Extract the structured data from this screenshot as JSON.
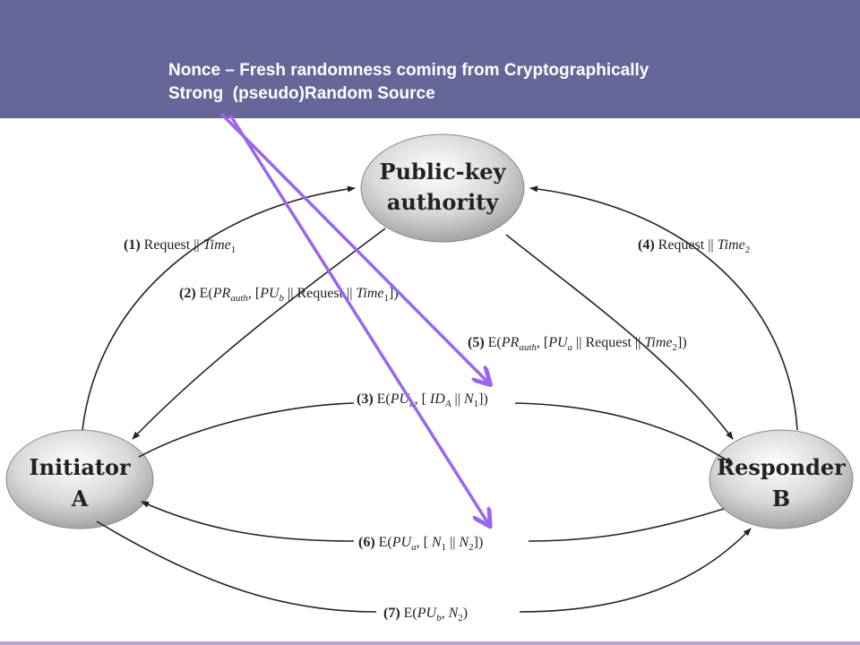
{
  "banner": {
    "line1": "Nonce – Fresh randomness coming from Cryptographically",
    "line2": "Strong  (pseudo)Random Source"
  },
  "nodes": {
    "authority": {
      "line1": "Public-key",
      "line2": "authority"
    },
    "initiator": {
      "line1": "Initiator",
      "line2": "A"
    },
    "responder": {
      "line1": "Responder",
      "line2": "B"
    }
  },
  "messages": {
    "m1": {
      "step": "(1)",
      "pre": "Request || ",
      "var": "Time",
      "sub": "1"
    },
    "m2": {
      "step": "(2)",
      "a": "E(",
      "b": "PR",
      "c": "auth",
      "d": ", [",
      "e": "PU",
      "f": "b",
      "g": " || Request || ",
      "h": "Time",
      "i": "1",
      "j": "])"
    },
    "m3": {
      "step": "(3)",
      "a": "E(",
      "b": "PU",
      "c": "b",
      "d": ", [ ",
      "e": "ID",
      "f": "A",
      "g": " || ",
      "h": "N",
      "i": "1",
      "j": "])"
    },
    "m4": {
      "step": "(4)",
      "pre": "Request || ",
      "var": "Time",
      "sub": "2"
    },
    "m5": {
      "step": "(5)",
      "a": "E(",
      "b": "PR",
      "c": "auth",
      "d": ", [",
      "e": "PU",
      "f": "a",
      "g": " || Request || ",
      "h": "Time",
      "i": "2",
      "j": "])"
    },
    "m6": {
      "step": "(6)",
      "a": "E(",
      "b": "PU",
      "c": "a",
      "d": ", [ ",
      "e": "N",
      "f": "1",
      "g": " || ",
      "h": "N",
      "i": "2",
      "j": "])"
    },
    "m7": {
      "step": "(7)",
      "a": "E(",
      "b": "PU",
      "c": "b",
      "d": ", ",
      "e": "N",
      "f": "2",
      "g": ")"
    }
  },
  "colors": {
    "header": "#666699",
    "pointer": "#9966ee",
    "arrow": "#222222"
  }
}
